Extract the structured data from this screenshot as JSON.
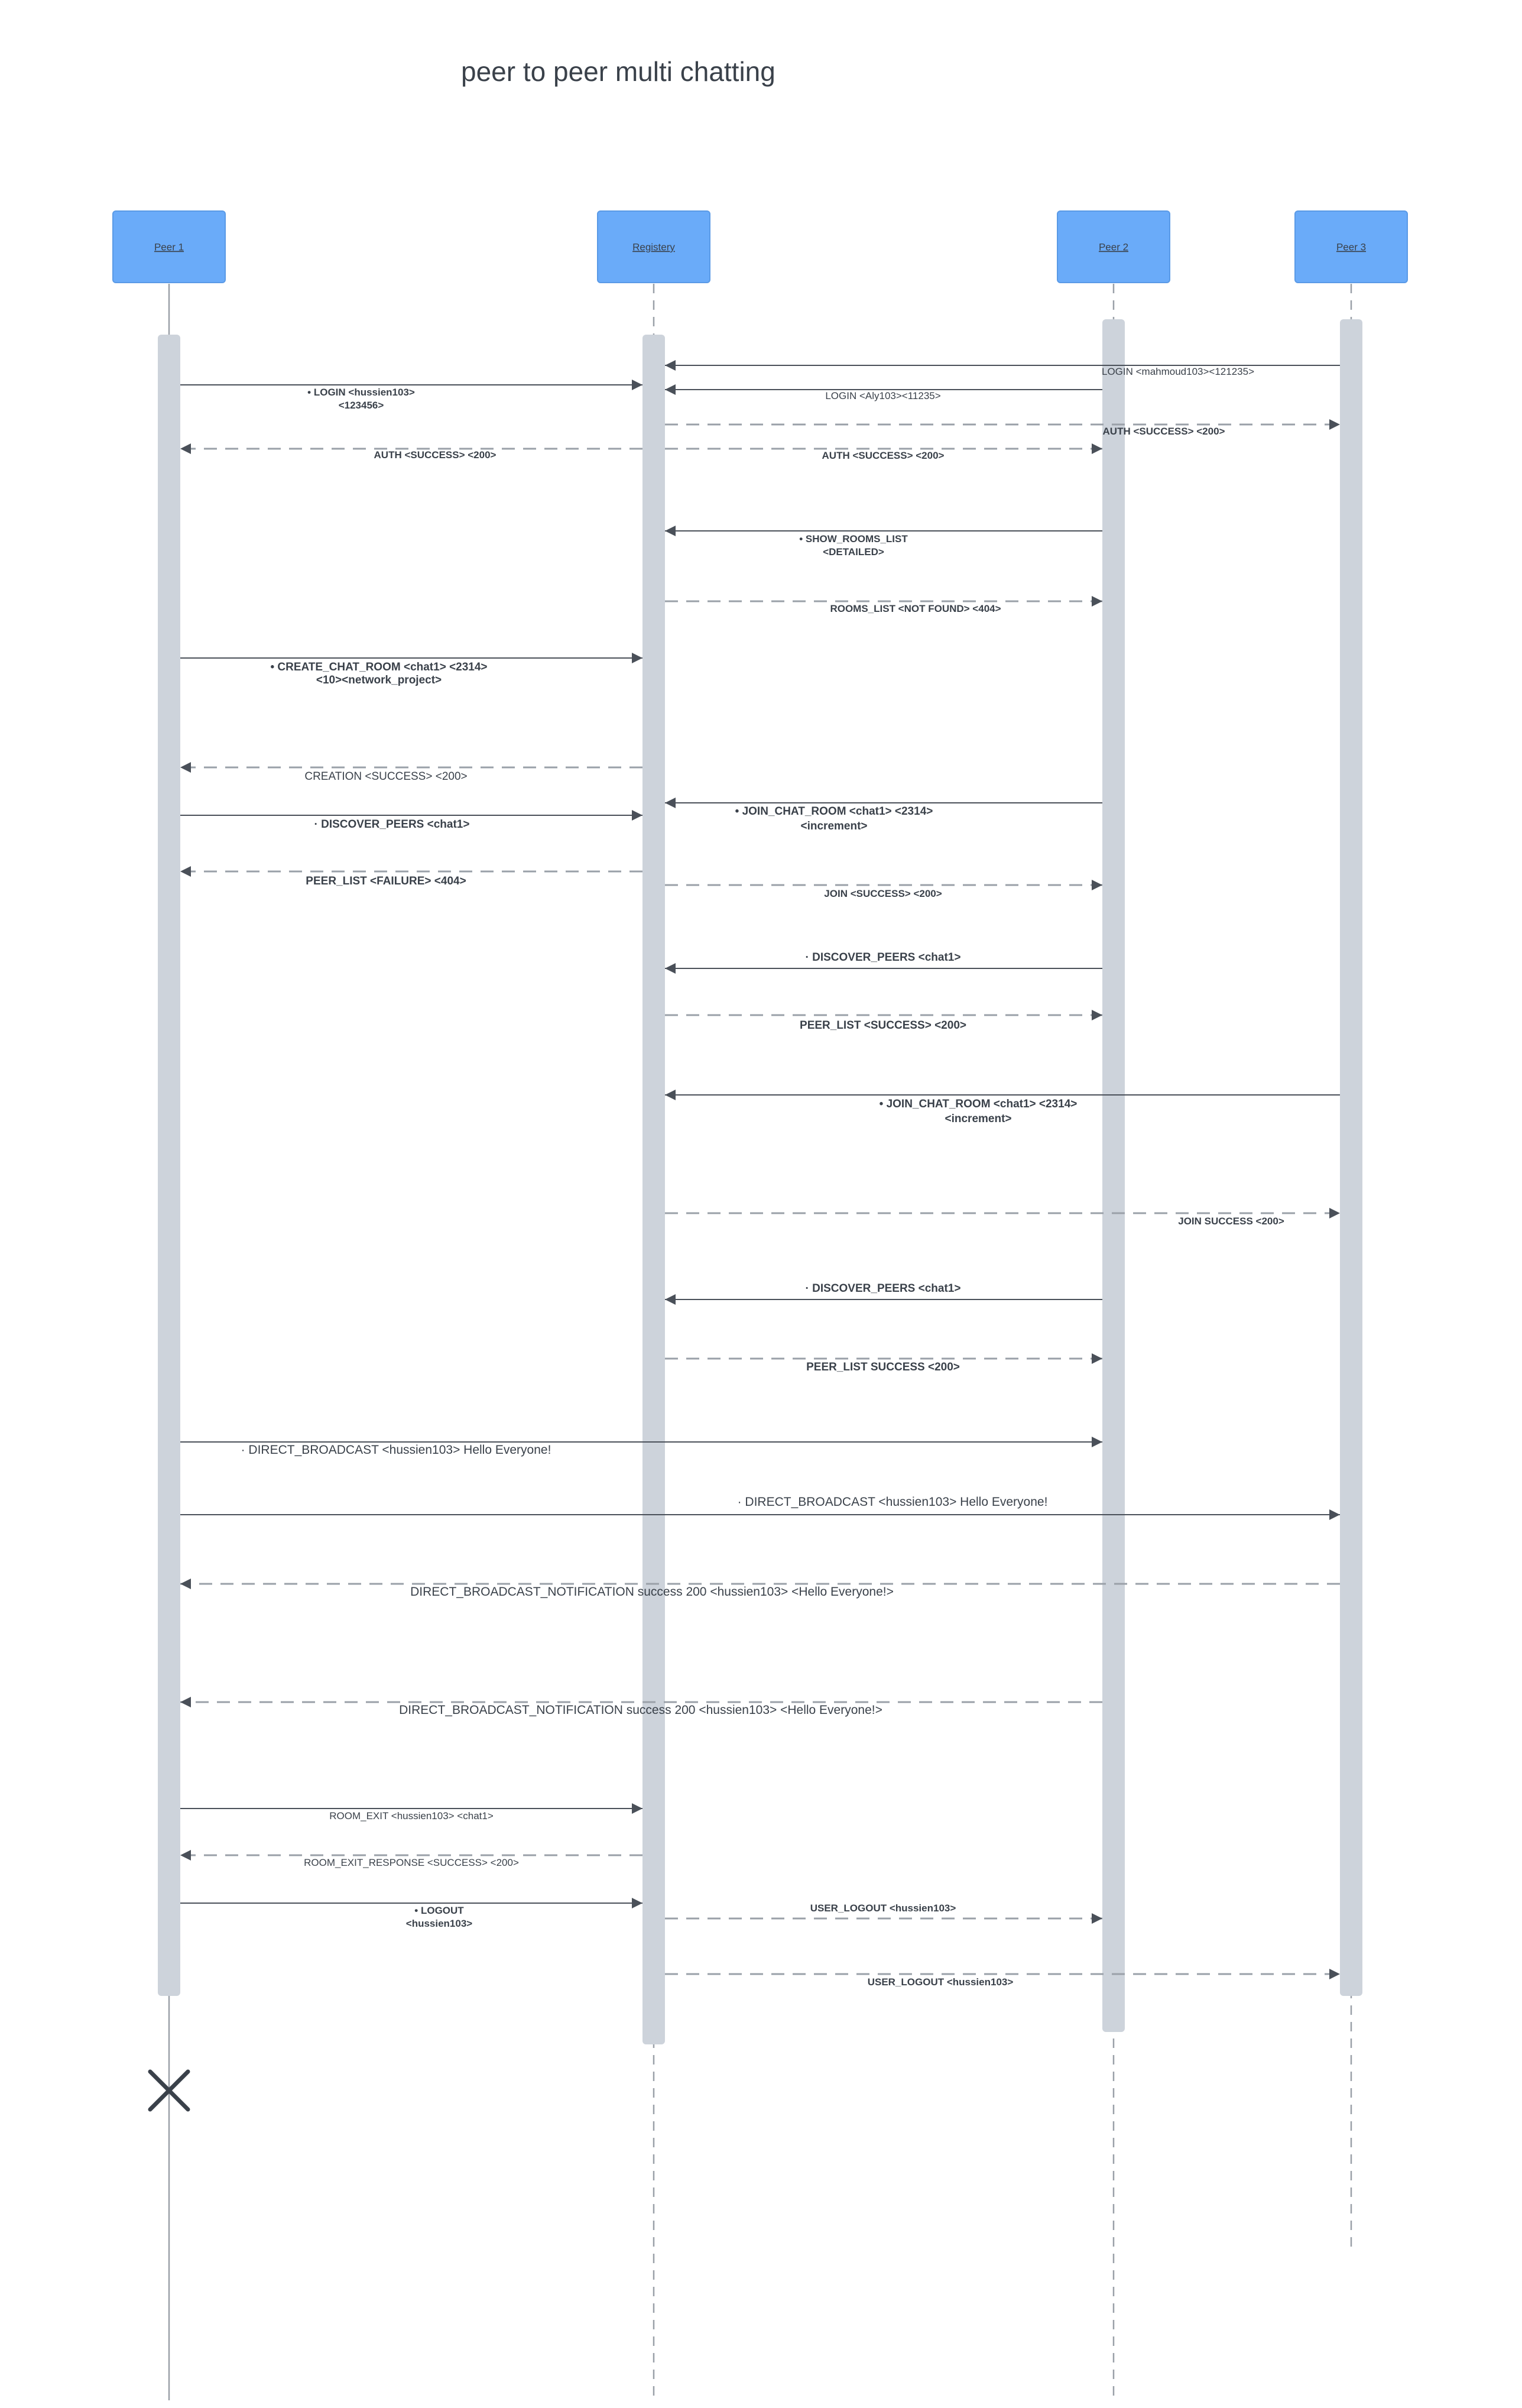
{
  "title": "peer to peer multi chatting",
  "participants": [
    {
      "id": "p1",
      "label": "Peer 1"
    },
    {
      "id": "reg",
      "label": "Registery"
    },
    {
      "id": "p2",
      "label": "Peer 2"
    },
    {
      "id": "p3",
      "label": "Peer 3"
    }
  ],
  "colors": {
    "header_fill": "#6aabf9",
    "header_stroke": "#5a9ae6",
    "activation": "#cdd3db",
    "line": "#4a5059",
    "dash": "#9aa0a8",
    "text": "#3a414a"
  },
  "messages": [
    {
      "from": "p3",
      "to": "reg",
      "style": "solid",
      "lines": [
        "LOGIN <mahmoud103><121235>"
      ]
    },
    {
      "from": "p1",
      "to": "reg",
      "style": "solid",
      "lines": [
        "• LOGIN <hussien103>",
        "<123456>"
      ]
    },
    {
      "from": "p2",
      "to": "reg",
      "style": "solid",
      "lines": [
        "LOGIN <Aly103><11235>"
      ]
    },
    {
      "from": "reg",
      "to": "p3",
      "style": "dashed",
      "lines": [
        "AUTH <SUCCESS> <200>"
      ]
    },
    {
      "from": "reg",
      "to": "p1",
      "style": "dashed",
      "lines": [
        "AUTH <SUCCESS> <200>"
      ]
    },
    {
      "from": "reg",
      "to": "p2",
      "style": "dashed",
      "lines": [
        "AUTH <SUCCESS> <200>"
      ]
    },
    {
      "from": "p2",
      "to": "reg",
      "style": "solid",
      "lines": [
        "• SHOW_ROOMS_LIST",
        "<DETAILED>"
      ]
    },
    {
      "from": "reg",
      "to": "p2",
      "style": "dashed",
      "lines": [
        "ROOMS_LIST <NOT FOUND> <404>"
      ]
    },
    {
      "from": "p1",
      "to": "reg",
      "style": "solid",
      "lines": [
        "• CREATE_CHAT_ROOM <chat1> <2314>",
        "<10><network_project>"
      ]
    },
    {
      "from": "reg",
      "to": "p1",
      "style": "dashed",
      "lines": [
        "CREATION <SUCCESS> <200>"
      ]
    },
    {
      "from": "p2",
      "to": "reg",
      "style": "solid",
      "lines": [
        "• JOIN_CHAT_ROOM <chat1>  <2314>",
        "<increment>"
      ]
    },
    {
      "from": "p1",
      "to": "reg",
      "style": "solid",
      "lines": [
        "· DISCOVER_PEERS <chat1>"
      ]
    },
    {
      "from": "reg",
      "to": "p1",
      "style": "dashed",
      "lines": [
        "PEER_LIST <FAILURE> <404>"
      ]
    },
    {
      "from": "reg",
      "to": "p2",
      "style": "dashed",
      "lines": [
        "JOIN <SUCCESS> <200>"
      ]
    },
    {
      "from": "p2",
      "to": "reg",
      "style": "solid",
      "lines": [
        "· DISCOVER_PEERS <chat1>"
      ]
    },
    {
      "from": "reg",
      "to": "p2",
      "style": "dashed",
      "lines": [
        "PEER_LIST <SUCCESS> <200>"
      ]
    },
    {
      "from": "p3",
      "to": "reg",
      "style": "solid",
      "lines": [
        "• JOIN_CHAT_ROOM <chat1>  <2314>",
        "<increment>"
      ]
    },
    {
      "from": "reg",
      "to": "p3",
      "style": "dashed",
      "lines": [
        "JOIN SUCCESS <200>"
      ]
    },
    {
      "from": "p2",
      "to": "reg",
      "style": "solid",
      "lines": [
        "· DISCOVER_PEERS <chat1>"
      ]
    },
    {
      "from": "reg",
      "to": "p2",
      "style": "dashed",
      "lines": [
        "PEER_LIST SUCCESS <200>"
      ]
    },
    {
      "from": "p1",
      "to": "p2",
      "style": "solid",
      "lines": [
        "· DIRECT_BROADCAST <hussien103> Hello Everyone!"
      ]
    },
    {
      "from": "p1",
      "to": "p3",
      "style": "solid",
      "lines": [
        "· DIRECT_BROADCAST <hussien103>  Hello Everyone!"
      ]
    },
    {
      "from": "p3",
      "to": "p1",
      "style": "dashed",
      "lines": [
        "DIRECT_BROADCAST_NOTIFICATION success 200 <hussien103>  <Hello Everyone!>"
      ]
    },
    {
      "from": "p2",
      "to": "p1",
      "style": "dashed",
      "lines": [
        "DIRECT_BROADCAST_NOTIFICATION success 200 <hussien103> <Hello Everyone!>"
      ]
    },
    {
      "from": "p1",
      "to": "reg",
      "style": "solid",
      "lines": [
        "ROOM_EXIT <hussien103> <chat1>"
      ]
    },
    {
      "from": "reg",
      "to": "p1",
      "style": "dashed",
      "lines": [
        "ROOM_EXIT_RESPONSE <SUCCESS> <200>"
      ]
    },
    {
      "from": "p1",
      "to": "reg",
      "style": "solid",
      "lines": [
        "• LOGOUT",
        "<hussien103>"
      ]
    },
    {
      "from": "reg",
      "to": "p2",
      "style": "dashed",
      "lines": [
        "USER_LOGOUT <hussien103>"
      ]
    },
    {
      "from": "reg",
      "to": "p3",
      "style": "dashed",
      "lines": [
        "USER_LOGOUT <hussien103>"
      ]
    }
  ]
}
